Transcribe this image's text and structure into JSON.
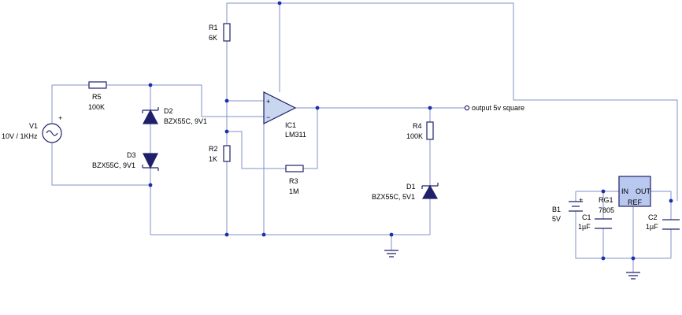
{
  "components": {
    "v1": {
      "ref": "V1",
      "value": "10V / 1KHz",
      "polarity": "+"
    },
    "r5": {
      "ref": "R5",
      "value": "100K"
    },
    "r1": {
      "ref": "R1",
      "value": "6K"
    },
    "r2": {
      "ref": "R2",
      "value": "1K"
    },
    "r3": {
      "ref": "R3",
      "value": "1M"
    },
    "r4": {
      "ref": "R4",
      "value": "100K"
    },
    "d2": {
      "ref": "D2",
      "value": "BZX55C, 9V1"
    },
    "d3": {
      "ref": "D3",
      "value": "BZX55C, 9V1"
    },
    "d1": {
      "ref": "D1",
      "value": "BZX55C, 5V1"
    },
    "ic1": {
      "ref": "IC1",
      "value": "LM311",
      "plus": "+",
      "minus": "−"
    },
    "rg1": {
      "ref": "RG1",
      "value": "7805",
      "in": "IN",
      "out": "OUT",
      "ref_pin": "REF"
    },
    "b1": {
      "ref": "B1",
      "value": "5V",
      "polarity": "+"
    },
    "c1": {
      "ref": "C1",
      "value": "1µF"
    },
    "c2": {
      "ref": "C2",
      "value": "1µF"
    }
  },
  "output_label": "output 5v square"
}
